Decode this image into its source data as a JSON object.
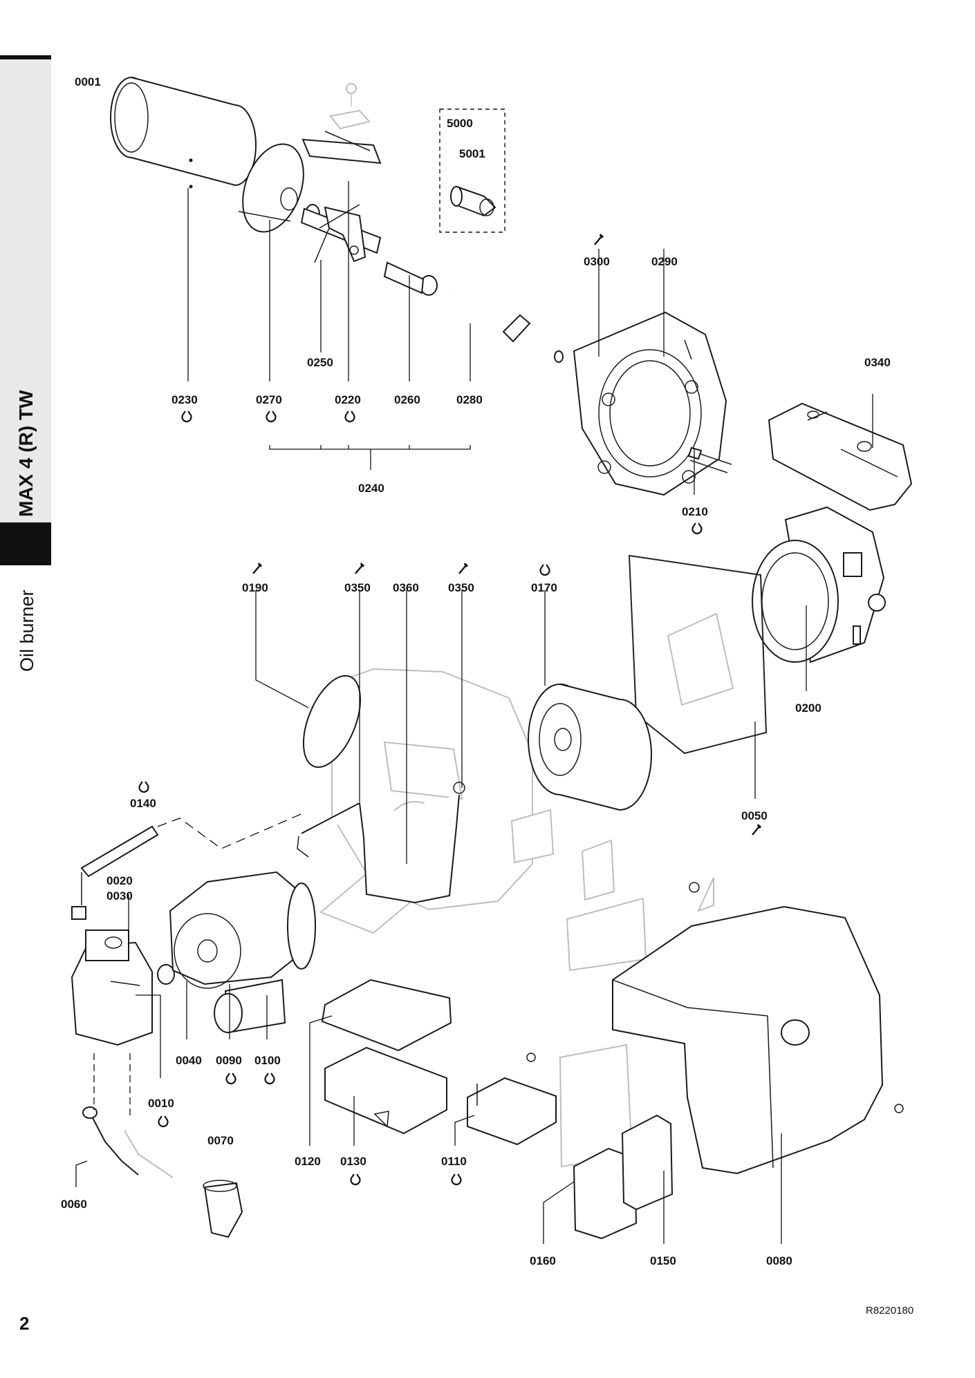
{
  "sidebar": {
    "model_title": "MAX 4 (R) TW",
    "section_title": "Oil burner"
  },
  "page": {
    "number": "2",
    "doc_code": "R8220180"
  },
  "diagram": {
    "part_numbers": [
      "0001",
      "5000",
      "5001",
      "0300",
      "0290",
      "0340",
      "0250",
      "0230",
      "0270",
      "0220",
      "0260",
      "0280",
      "0240",
      "0210",
      "0190",
      "0350",
      "0360",
      "0350",
      "0170",
      "0200",
      "0140",
      "0050",
      "0020",
      "0030",
      "0040",
      "0090",
      "0100",
      "0010",
      "0070",
      "0120",
      "0130",
      "0110",
      "0060",
      "0160",
      "0150",
      "0080"
    ],
    "symbols": {
      "spare_part_marker": "o-ring-icon",
      "tool_marker": "wrench-icon"
    }
  }
}
